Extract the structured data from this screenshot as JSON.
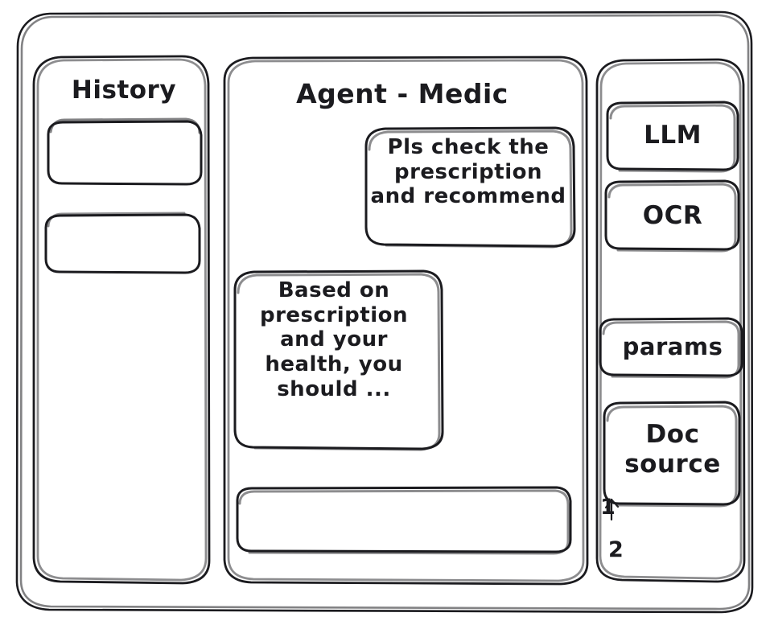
{
  "window": {
    "title": "Agent - Medic"
  },
  "sidebar_left": {
    "name": "history-panel",
    "title": "History",
    "items": [
      {
        "label": ""
      },
      {
        "label": ""
      }
    ]
  },
  "main": {
    "name": "conversation-panel",
    "title": "Agent - Medic",
    "messages": [
      {
        "role": "user",
        "align": "right",
        "text": "Pls check the\nprescription\nand recommend"
      },
      {
        "role": "assistant",
        "align": "left",
        "text": "Based on\nprescription\nand your\nhealth, you\nshould ..."
      }
    ],
    "composer": {
      "name": "message-input",
      "value": "",
      "placeholder": ""
    }
  },
  "sidebar_right": {
    "name": "tools-panel",
    "chips": [
      {
        "id": "llm",
        "label": "LLM"
      },
      {
        "id": "ocr",
        "label": "OCR"
      },
      {
        "id": "params",
        "label": "params"
      },
      {
        "id": "doc-source",
        "label": "Doc\nsource"
      }
    ],
    "doc_list": [
      {
        "label": "1"
      },
      {
        "label": "2"
      }
    ]
  },
  "style": {
    "ink": "#1b1b1f",
    "paper": "#ffffff"
  }
}
